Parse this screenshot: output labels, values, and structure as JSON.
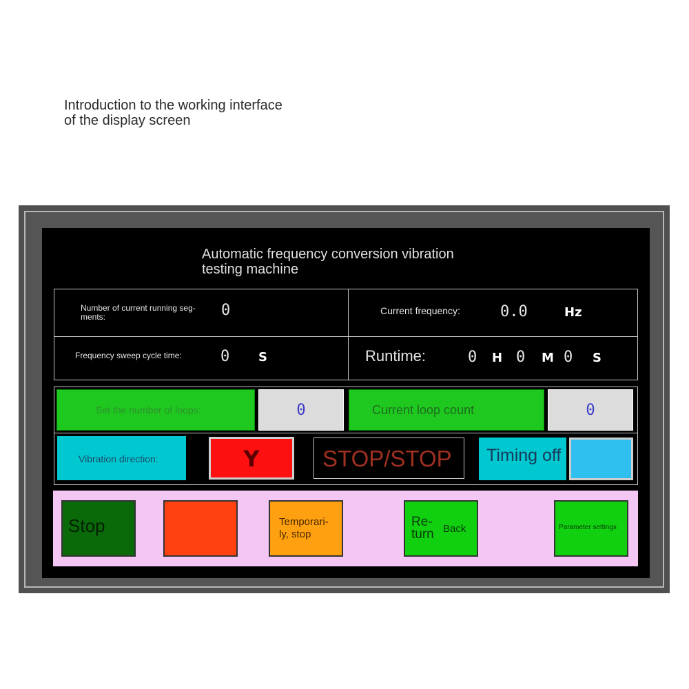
{
  "page": {
    "intro_line1": "Introduction to the working interface",
    "intro_line2": "of the display screen"
  },
  "screen": {
    "title_line1": "Automatic frequency conversion vibration",
    "title_line2": "testing machine"
  },
  "status": {
    "segments_label_line1": "Number of current running seg-",
    "segments_label_line2": "ments:",
    "segments_value": "0",
    "frequency_label": "Current frequency:",
    "frequency_value": "0.0",
    "frequency_unit": "Hz",
    "sweep_label": "Frequency sweep cycle time:",
    "sweep_value": "0",
    "sweep_unit": "S",
    "runtime_label": "Runtime:",
    "runtime_hours": "0",
    "runtime_h_unit": "H",
    "runtime_minutes": "0",
    "runtime_m_unit": "M",
    "runtime_seconds": "0",
    "runtime_s_unit": "S"
  },
  "loops": {
    "set_label": "Set the number of loops:",
    "set_value": "0",
    "current_label": "Current loop count",
    "current_value": "0"
  },
  "direction": {
    "label": "Vibration direction:",
    "value": "Y",
    "state": "STOP/STOP",
    "timing_label": "Timing off"
  },
  "buttons": {
    "stop": "Stop",
    "temporary_line1": "Temporari-",
    "temporary_line2": "ly, stop",
    "return_line1": "Re-",
    "return_line2": "turn",
    "return_back": "Back",
    "params": "Parameter settings"
  },
  "colors": {
    "stop_button": "#0a6a0a",
    "start_button": "#ff4010",
    "temporary_button": "#ffa010",
    "return_button": "#10d010",
    "params_button": "#10d010",
    "direction_button": "#ff1010",
    "state_text": "#a03020",
    "cyan_panel": "#00c8d0",
    "timing_toggle": "#30c0f0",
    "button_bar": "#f4c6f4"
  }
}
